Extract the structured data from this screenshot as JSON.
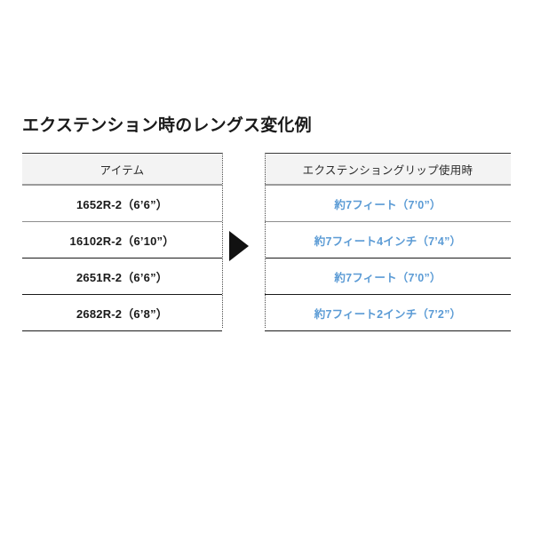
{
  "page": {
    "background_color": "#ffffff",
    "title": "エクステンション時のレングス変化例"
  },
  "table": {
    "headers": {
      "item": "アイテム",
      "gap": "",
      "extension": "エクステンショングリップ使用時"
    },
    "arrow_icon": "right-triangle-arrow",
    "accent_color": "#5b9bd5",
    "text_color": "#1a1a1a",
    "header_background": "#f3f3f3",
    "rows": [
      {
        "item": "1652R-2（6’6”）",
        "extension": "約7フィート（7’0”）"
      },
      {
        "item": "16102R-2（6’10”）",
        "extension": "約7フィート4インチ（7’4”）"
      },
      {
        "item": "2651R-2（6’6”）",
        "extension": "約7フィート（7’0”）"
      },
      {
        "item": "2682R-2（6’8”）",
        "extension": "約7フィート2インチ（7’2”）"
      }
    ]
  }
}
